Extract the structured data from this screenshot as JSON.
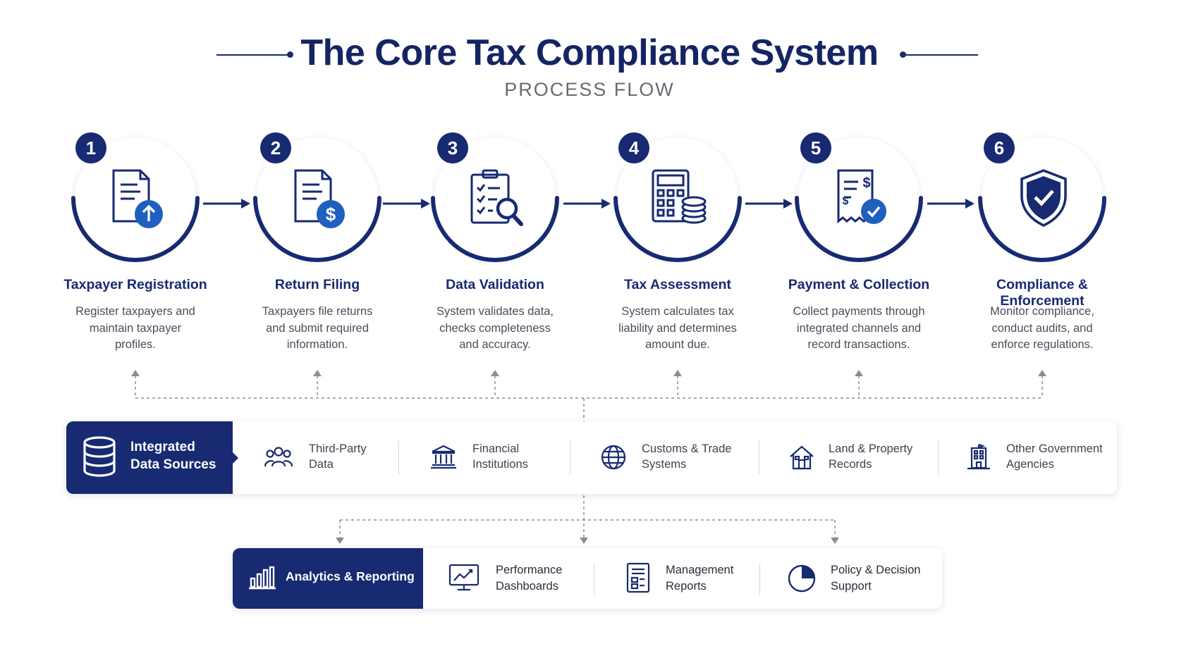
{
  "header": {
    "title": "The Core Tax Compliance System",
    "subtitle": "PROCESS FLOW"
  },
  "steps": [
    {
      "number": "1",
      "title": "Taxpayer Registration",
      "desc_lines": [
        "Register taxpayers and",
        "maintain taxpayer",
        "profiles."
      ],
      "icon": "document-upload-icon"
    },
    {
      "number": "2",
      "title": "Return Filing",
      "desc_lines": [
        "Taxpayers file returns",
        "and submit required",
        "information."
      ],
      "icon": "document-dollar-icon"
    },
    {
      "number": "3",
      "title": "Data Validation",
      "desc_lines": [
        "System validates data,",
        "checks completeness",
        "and accuracy."
      ],
      "icon": "clipboard-magnifier-icon"
    },
    {
      "number": "4",
      "title": "Tax Assessment",
      "desc_lines": [
        "System calculates tax",
        "liability and determines",
        "amount due."
      ],
      "icon": "calculator-coins-icon"
    },
    {
      "number": "5",
      "title": "Payment & Collection",
      "desc_lines": [
        "Collect payments through",
        "integrated channels and",
        "record transactions."
      ],
      "icon": "receipt-check-icon"
    },
    {
      "number": "6",
      "title": "Compliance & Enforcement",
      "desc_lines": [
        "Monitor compliance,",
        "conduct audits, and",
        "enforce regulations."
      ],
      "icon": "shield-check-icon"
    }
  ],
  "data_sources": {
    "head_lines": [
      "Integrated",
      "Data Sources"
    ],
    "head_icon": "database-icon",
    "items": [
      {
        "lines": [
          "Third-Party",
          "Data"
        ],
        "icon": "people-icon"
      },
      {
        "lines": [
          "Financial",
          "Institutions"
        ],
        "icon": "bank-icon"
      },
      {
        "lines": [
          "Customs & Trade",
          "Systems"
        ],
        "icon": "globe-icon"
      },
      {
        "lines": [
          "Land & Property",
          "Records"
        ],
        "icon": "house-icon"
      },
      {
        "lines": [
          "Other Government",
          "Agencies"
        ],
        "icon": "government-building-icon"
      }
    ]
  },
  "analytics": {
    "head_label": "Analytics & Reporting",
    "head_icon": "bar-chart-icon",
    "items": [
      {
        "lines": [
          "Performance",
          "Dashboards"
        ],
        "icon": "monitor-chart-icon"
      },
      {
        "lines": [
          "Management",
          "Reports"
        ],
        "icon": "report-document-icon"
      },
      {
        "lines": [
          "Policy & Decision",
          "Support"
        ],
        "icon": "pie-chart-icon"
      }
    ]
  },
  "colors": {
    "navy": "#172a72",
    "accent_blue": "#1f5fbf",
    "text_gray": "#4a4d5a"
  }
}
